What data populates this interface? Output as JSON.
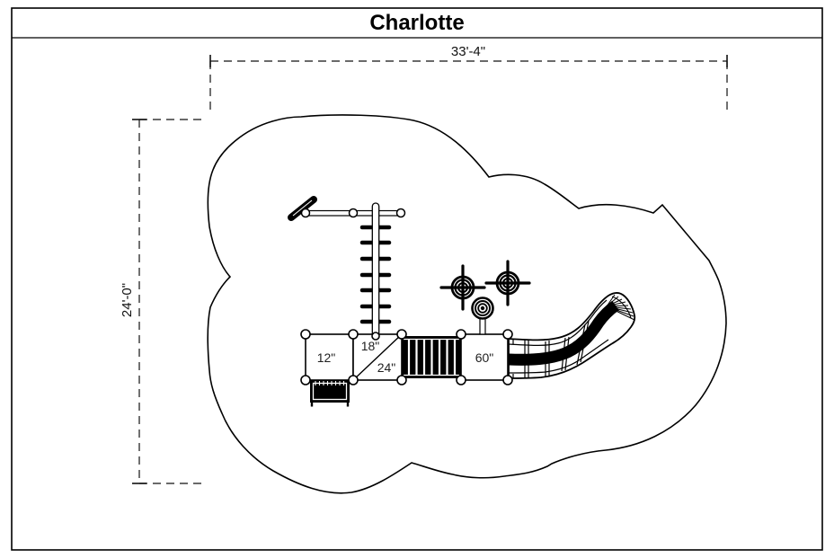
{
  "page": {
    "title": "Charlotte",
    "background": "#ffffff",
    "ink": "#000000",
    "label_color": "#1f1f1f"
  },
  "dimensions": {
    "width_label": "33'-4\"",
    "height_label": "24'-0\""
  },
  "decks": {
    "deck12": "12\"",
    "deck18": "18\"",
    "deck24": "24\"",
    "deck60": "60\""
  }
}
